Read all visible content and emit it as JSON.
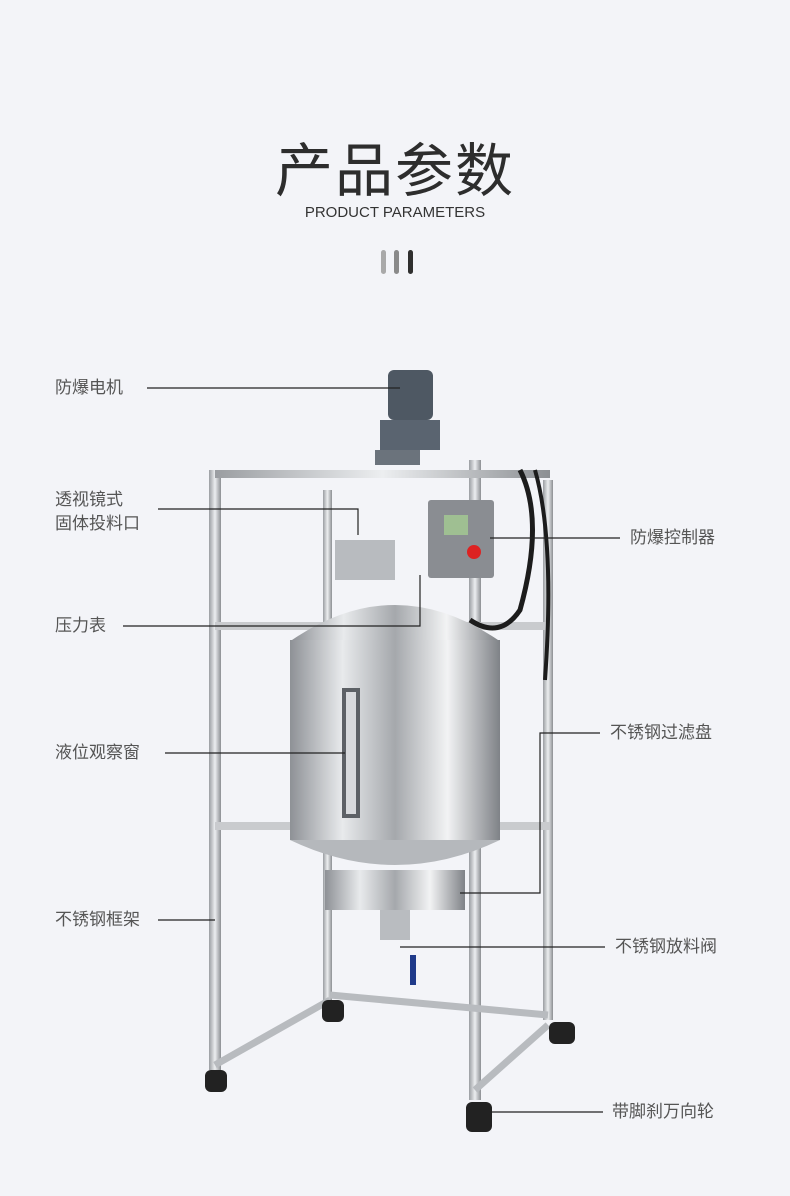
{
  "header": {
    "title": "产品参数",
    "subtitle": "PRODUCT PARAMETERS",
    "bar_colors": [
      "#a9a9a9",
      "#8a8a8a",
      "#2f2f2f"
    ]
  },
  "labels": {
    "motor": "防爆电机",
    "sight_glass_line1": "透视镜式",
    "sight_glass_line2": "固体投料口",
    "pressure_gauge": "压力表",
    "level_window": "液位观察窗",
    "frame": "不锈钢框架",
    "controller": "防爆控制器",
    "filter_plate": "不锈钢过滤盘",
    "discharge_valve": "不锈钢放料阀",
    "casters": "带脚刹万向轮"
  }
}
